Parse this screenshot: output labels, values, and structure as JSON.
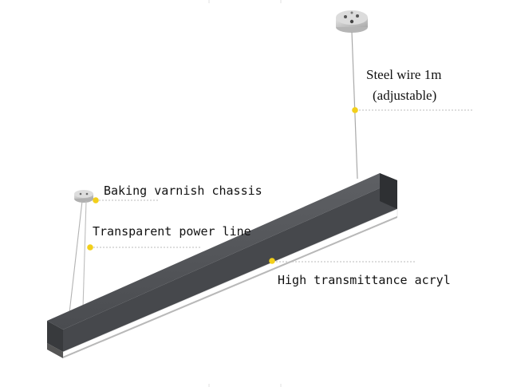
{
  "annotations": {
    "steel_wire_line1": "Steel wire 1m",
    "steel_wire_line2": "(adjustable)",
    "baking_varnish": "Baking varnish chassis",
    "power_line": "Transparent power line",
    "acryl": "High transmittance acryl"
  },
  "colors": {
    "fixture_body": "#4b4d51",
    "fixture_top": "#55575b",
    "fixture_end": "#2e3033",
    "diffuser": "#ffffff",
    "marker_dot": "#f2cf1a",
    "leader_line": "#bcbcbc",
    "wire": "#a9a9a9",
    "canopy": "#c9c9c9"
  }
}
